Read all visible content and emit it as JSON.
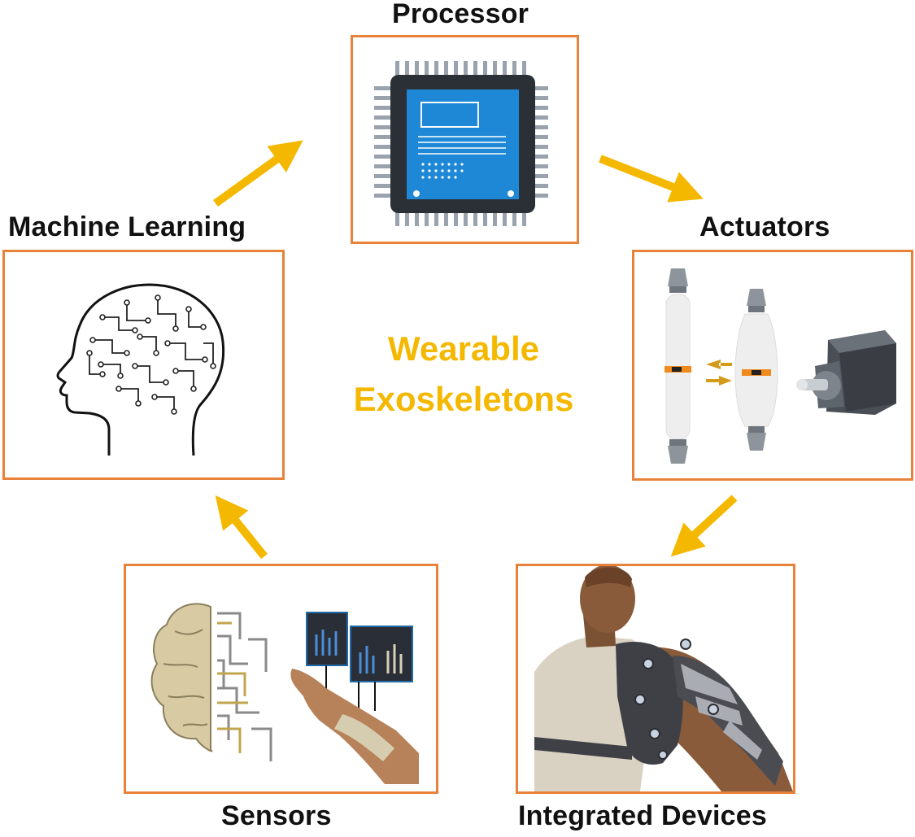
{
  "labels": {
    "processor": "Processor",
    "machine_learning": "Machine Learning",
    "actuators": "Actuators",
    "sensors": "Sensors",
    "integrated_devices": "Integrated Devices"
  },
  "center": {
    "line1": "Wearable",
    "line2": "Exoskeletons"
  },
  "colors": {
    "box_border": "#e8823a",
    "arrow": "#f5b800",
    "center_text": "#f5b800",
    "chip_blue": "#1e88d6",
    "chip_body": "#2b2f36"
  },
  "icons": {
    "processor": "cpu-chip-icon",
    "machine_learning": "circuit-brain-head-icon",
    "actuators": "artificial-muscle-and-motor-icon",
    "sensors": "brain-circuit-hand-sensor-icon",
    "integrated_devices": "shoulder-exoskeleton-icon"
  }
}
